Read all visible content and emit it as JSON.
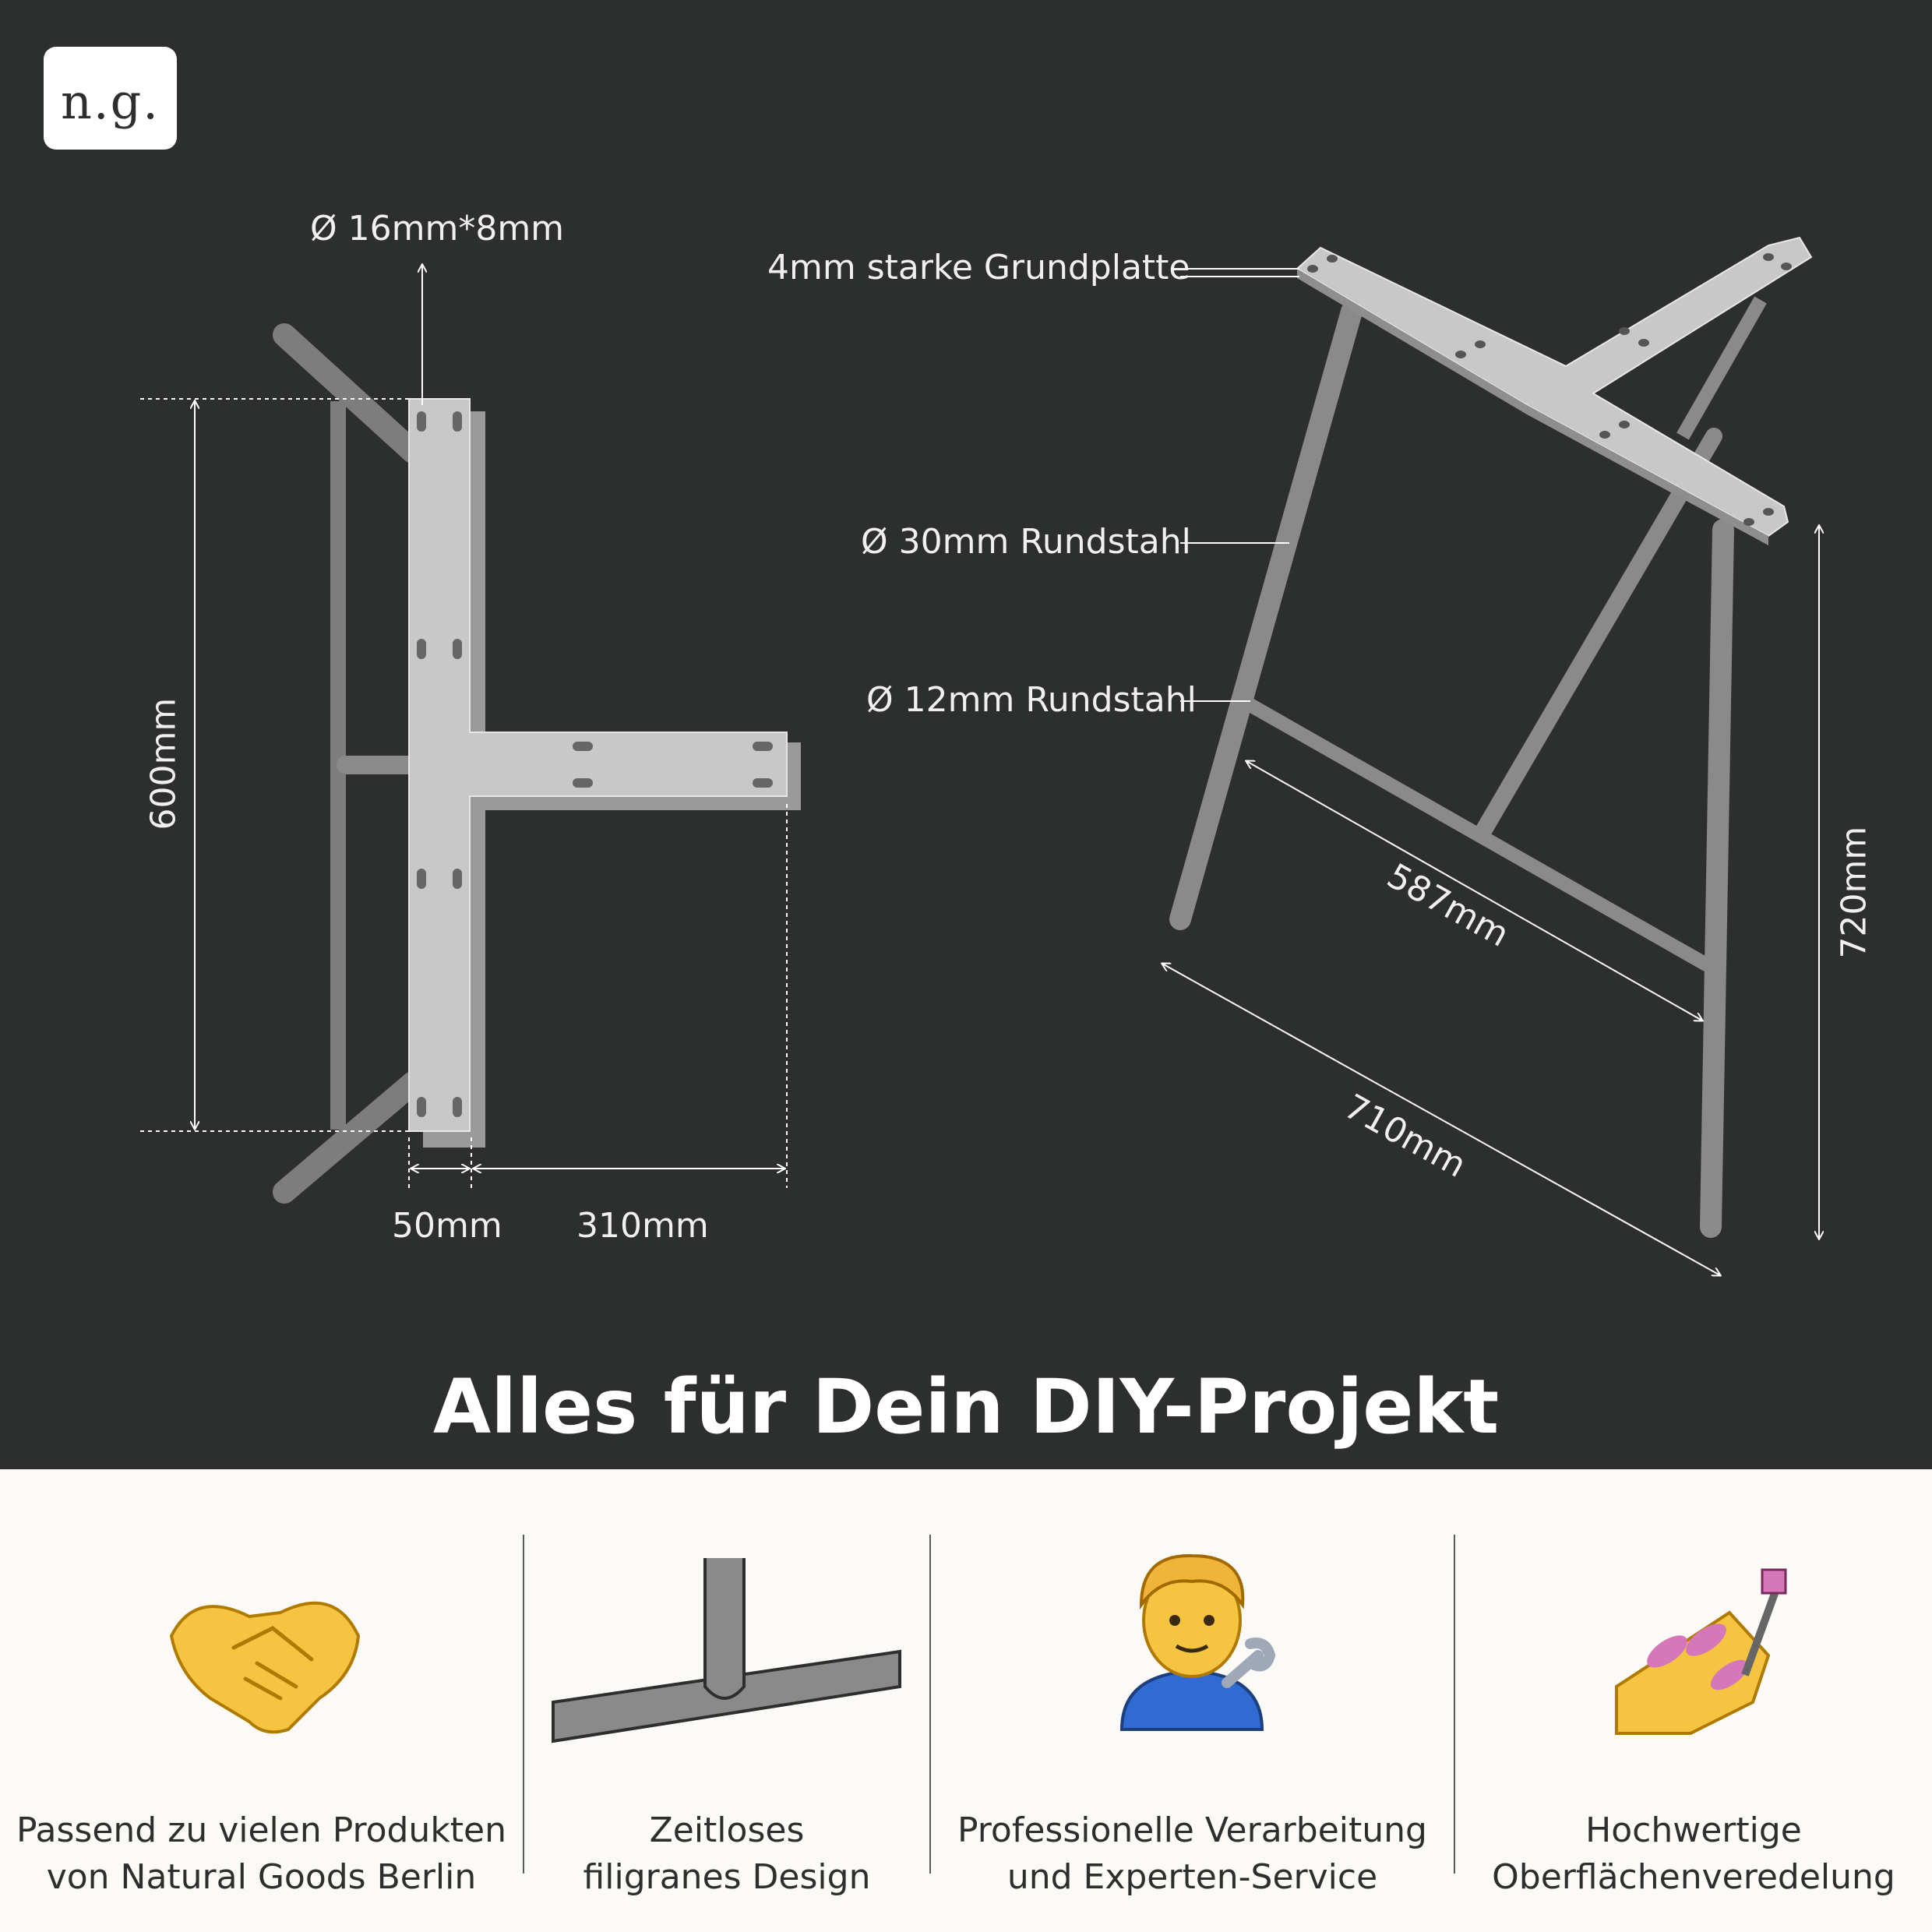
{
  "logo": {
    "text": "n.g."
  },
  "dimensions": {
    "connector_hole": "Ø 16mm*8mm",
    "height_top_view": "600mm",
    "plate_width": "50mm",
    "arm_length": "310mm",
    "base_plate": "4mm starke Grundplatte",
    "leg_rod": "Ø 30mm Rundstahl",
    "brace_rod": "Ø 12mm Rundstahl",
    "brace_length": "587mm",
    "foot_span": "710mm",
    "table_height": "720mm"
  },
  "headline": "Alles für Dein DIY-Projekt",
  "features": [
    {
      "icon": "handshake-icon",
      "line1": "Passend zu vielen Produkten",
      "line2": "von Natural Goods Berlin"
    },
    {
      "icon": "steel-rod-icon",
      "line1": "Zeitloses",
      "line2": "filigranes Design"
    },
    {
      "icon": "mechanic-icon",
      "line1": "Professionelle Verarbeitung",
      "line2": "und Experten-Service"
    },
    {
      "icon": "nail-polish-icon",
      "line1": "Hochwertige",
      "line2": "Oberflächenveredelung"
    }
  ],
  "colors": {
    "background_dark": "#2d2f2e",
    "background_light": "#fbfaf6",
    "steel": "#c8c8c8",
    "rod": "#8a8a8a"
  }
}
